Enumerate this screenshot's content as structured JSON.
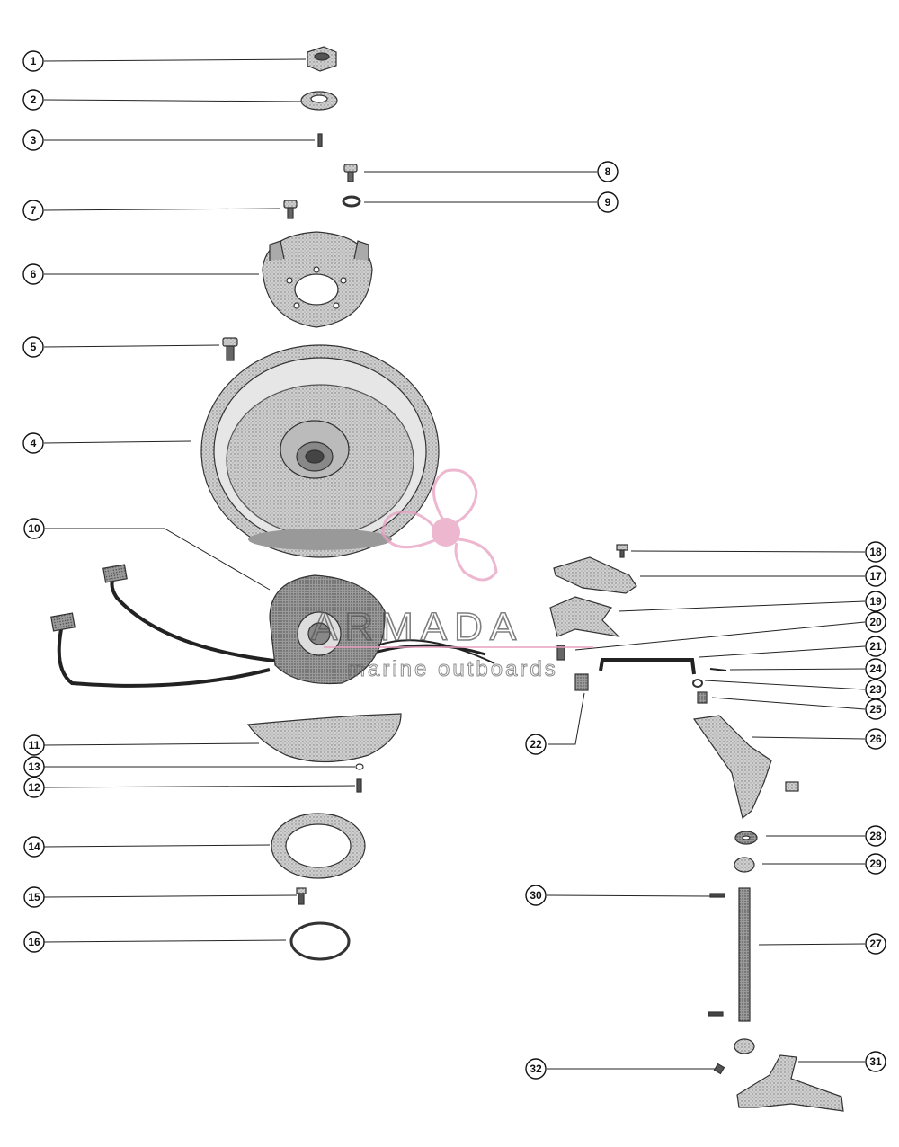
{
  "watermark": {
    "brand": "ARMADA",
    "tagline": "marine outboards",
    "logo_color": "#e8a0c0"
  },
  "callouts": [
    "1",
    "2",
    "3",
    "4",
    "5",
    "6",
    "7",
    "8",
    "9",
    "10",
    "11",
    "12",
    "13",
    "14",
    "15",
    "16",
    "17",
    "18",
    "19",
    "20",
    "21",
    "22",
    "23",
    "24",
    "25",
    "26",
    "27",
    "28",
    "29",
    "30",
    "31",
    "32"
  ]
}
